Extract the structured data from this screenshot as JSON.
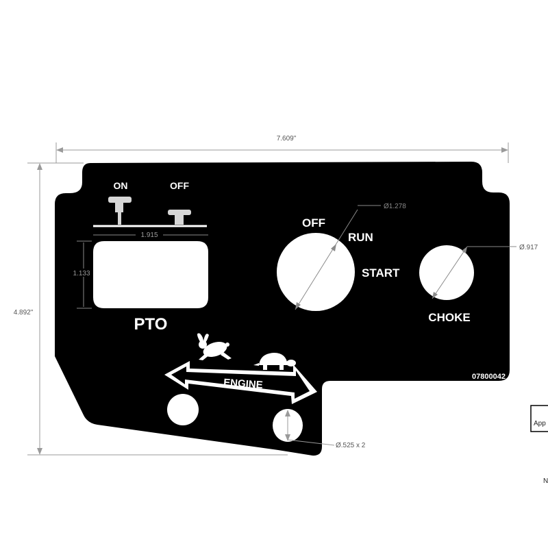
{
  "dimensions": {
    "overall_width": "7.609\"",
    "overall_height": "4.892\"",
    "pto_window_width": "1.915",
    "pto_window_height": "1.133",
    "key_hole": "Ø1.278",
    "choke_hole": "Ø.917",
    "engine_holes": "Ø.525 x 2"
  },
  "labels": {
    "pto_on": "ON",
    "pto_off": "OFF",
    "pto": "PTO",
    "key_off": "OFF",
    "key_run": "RUN",
    "key_start": "START",
    "choke": "CHOKE",
    "engine": "ENGINE",
    "part_number": "07800042"
  },
  "icons": {
    "fast": "rabbit-icon",
    "slow": "turtle-icon"
  },
  "title_block": {
    "fragment_1": "App",
    "fragment_2": "N"
  },
  "colors": {
    "panel": "#000000",
    "text": "#ffffff",
    "dimension": "#9a9a9a"
  }
}
